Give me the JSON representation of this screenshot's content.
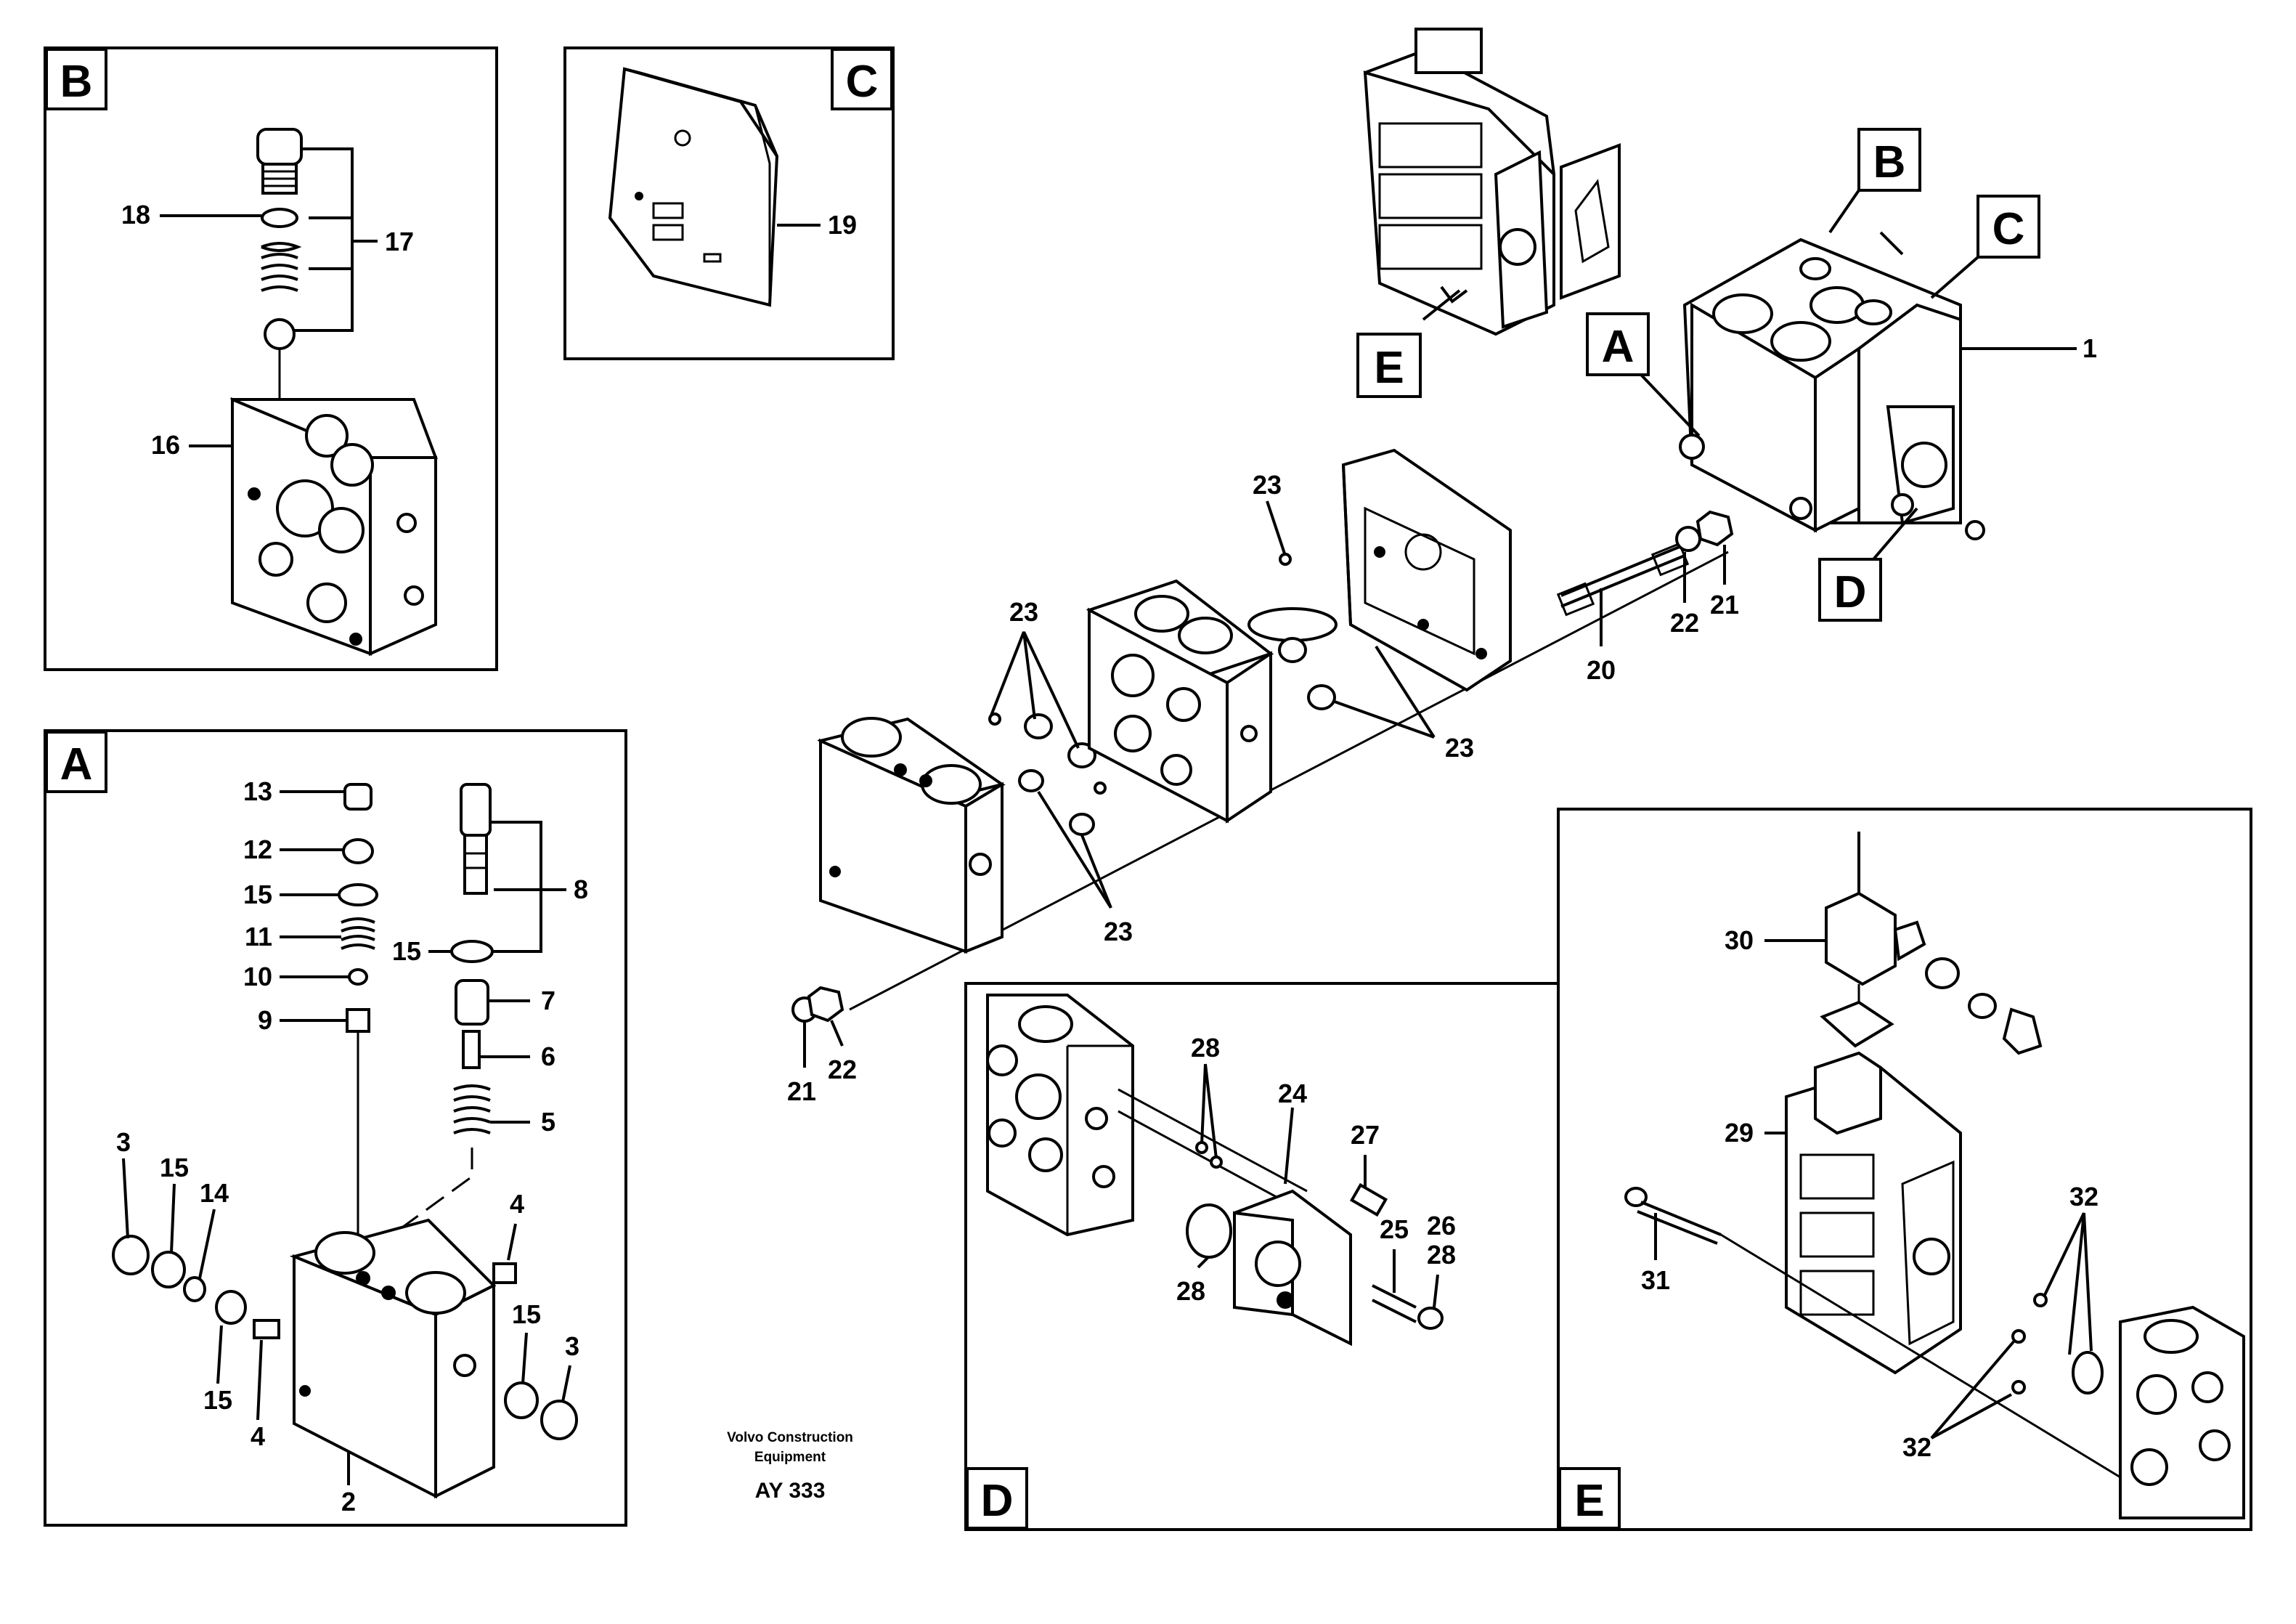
{
  "panels": {
    "B": "B",
    "C": "C",
    "A": "A",
    "D": "D",
    "E": "E"
  },
  "callouts": {
    "main": {
      "B": "B",
      "C": "C",
      "A": "A",
      "D": "D",
      "E": "E"
    }
  },
  "labels": {
    "n1": "1",
    "n2": "2",
    "n3a": "3",
    "n3b": "3",
    "n4a": "4",
    "n4b": "4",
    "n5": "5",
    "n6": "6",
    "n7": "7",
    "n8": "8",
    "n9": "9",
    "n10": "10",
    "n11": "11",
    "n12": "12",
    "n13": "13",
    "n14": "14",
    "n15a": "15",
    "n15b": "15",
    "n15c": "15",
    "n15d": "15",
    "n15e": "15",
    "n16": "16",
    "n17": "17",
    "n18": "18",
    "n19": "19",
    "n20": "20",
    "n21a": "21",
    "n21b": "21",
    "n22a": "22",
    "n22b": "22",
    "n23a": "23",
    "n23b": "23",
    "n23c": "23",
    "n23d": "23",
    "n24": "24",
    "n25": "25",
    "n26": "26",
    "n27": "27",
    "n28a": "28",
    "n28b": "28",
    "n28c": "28",
    "n29": "29",
    "n30": "30",
    "n31": "31",
    "n32a": "32",
    "n32b": "32"
  },
  "footer": {
    "line1": "Volvo Construction",
    "line2": "Equipment",
    "code": "AY 333"
  }
}
